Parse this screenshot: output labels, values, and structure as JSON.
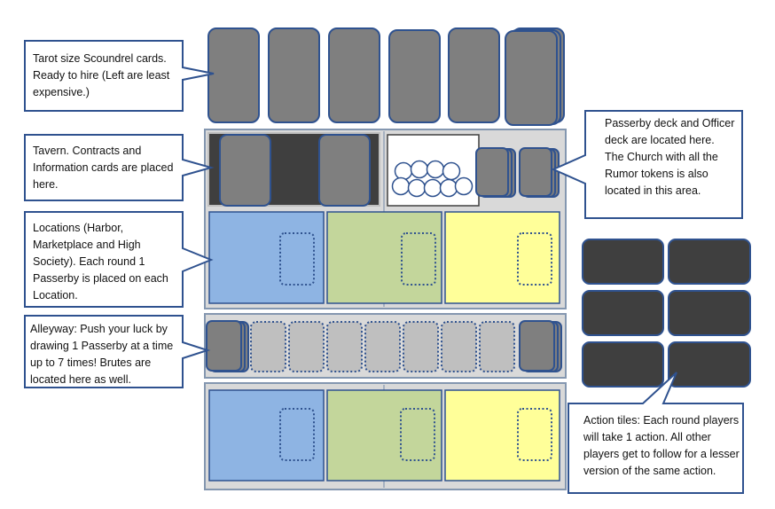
{
  "callouts": {
    "scoundrel": "Tarot size Scoundrel cards.  Ready to hire (Left are least expensive.)",
    "tavern": "Tavern. Contracts and Information cards are placed here.",
    "locations": "Locations (Harbor, Marketplace and High Society). Each round 1 Passerby is placed on each Location.",
    "alleyway": "Alleyway: Push your luck by drawing 1 Passerby at a time up to 7 times! Brutes are located here as well.",
    "passerby": "Passerby deck and Officer deck are located here.  The Church with all the Rumor tokens is also located in this area.",
    "action": "Action tiles:  Each round players will take 1 action.  All other players get to follow for a lesser version of the same action."
  },
  "colors": {
    "card_gray": "#7f7f7f",
    "card_border": "#2f528f",
    "dark_tile": "#3f3f3f",
    "board_gray": "#d9d9d9",
    "board_border": "#8497b0",
    "harbor_blue": "#8eb4e3",
    "marketplace_green": "#c3d69b",
    "high_society_yellow": "#ffff99",
    "slot_gray": "#bfbfbf",
    "callout_border": "#2f528f"
  },
  "icons": {
    "token": "rumor-token-circle",
    "slot": "dotted-card-slot"
  }
}
